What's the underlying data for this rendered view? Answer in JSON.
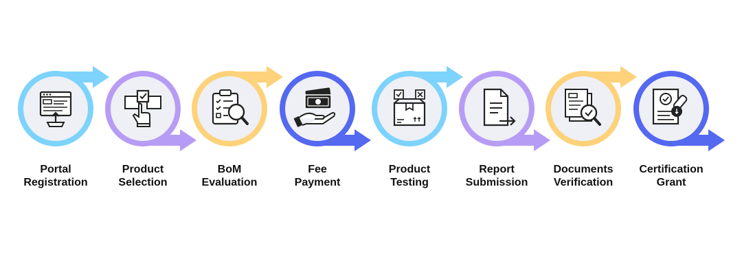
{
  "steps": [
    {
      "line1": "Portal",
      "line2": "Registration",
      "ring_color": "#7DD3FC",
      "arrow_color": "#7DD3FC",
      "arrow_side": "top",
      "icon": "portal-registration-icon"
    },
    {
      "line1": "Product",
      "line2": "Selection",
      "ring_color": "#B79CF5",
      "arrow_color": "#B79CF5",
      "arrow_side": "bottom",
      "icon": "product-selection-icon"
    },
    {
      "line1": "BoM",
      "line2": "Evaluation",
      "ring_color": "#FDD27A",
      "arrow_color": "#FDD27A",
      "arrow_side": "top",
      "icon": "bom-evaluation-icon"
    },
    {
      "line1": "Fee",
      "line2": "Payment",
      "ring_color": "#5468F0",
      "arrow_color": "#5468F0",
      "arrow_side": "bottom",
      "icon": "fee-payment-icon"
    },
    {
      "line1": "Product",
      "line2": "Testing",
      "ring_color": "#7DD3FC",
      "arrow_color": "#7DD3FC",
      "arrow_side": "top",
      "icon": "product-testing-icon"
    },
    {
      "line1": "Report",
      "line2": "Submission",
      "ring_color": "#B79CF5",
      "arrow_color": "#B79CF5",
      "arrow_side": "bottom",
      "icon": "report-submission-icon"
    },
    {
      "line1": "Documents",
      "line2": "Verification",
      "ring_color": "#FDD27A",
      "arrow_color": "#FDD27A",
      "arrow_side": "top",
      "icon": "documents-verification-icon"
    },
    {
      "line1": "Certification",
      "line2": "Grant",
      "ring_color": "#5468F0",
      "arrow_color": "#5468F0",
      "arrow_side": "bottom",
      "icon": "certification-grant-icon"
    }
  ]
}
